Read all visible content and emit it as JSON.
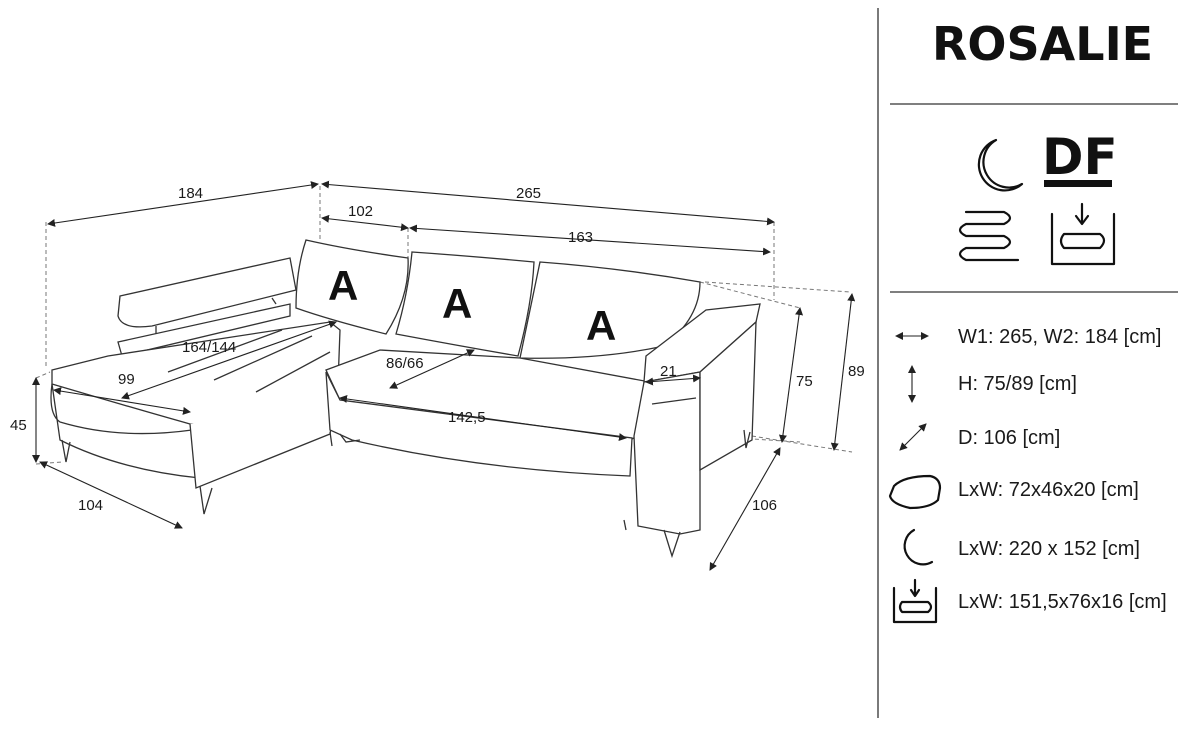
{
  "product": {
    "name": "ROSALIE"
  },
  "badges": {
    "df_label": "DF"
  },
  "pillows": [
    "A",
    "A",
    "A"
  ],
  "dimensions": {
    "total_w2": "184",
    "total_w1": "265",
    "back_102": "102",
    "back_163": "163",
    "diag_164_144": "164/144",
    "depth_86_66": "86/66",
    "seat_99": "99",
    "armrest_21": "21",
    "height_75": "75",
    "height_89": "89",
    "seat_h_45": "45",
    "chaise_104": "104",
    "seat_142_5": "142,5",
    "depth_106": "106"
  },
  "specs": [
    {
      "icon": "width-arrows-icon",
      "text": "W1: 265, W2: 184 [cm]"
    },
    {
      "icon": "height-arrows-icon",
      "text": "H: 75/89 [cm]"
    },
    {
      "icon": "depth-arrows-icon",
      "text": "D: 106 [cm]"
    },
    {
      "icon": "pillow-icon",
      "text": "LxW: 72x46x20 [cm]"
    },
    {
      "icon": "sleep-moon-icon",
      "text": "LxW: 220 x 152 [cm]"
    },
    {
      "icon": "storage-box-icon",
      "text": "LxW: 151,5x76x16 [cm]"
    }
  ]
}
